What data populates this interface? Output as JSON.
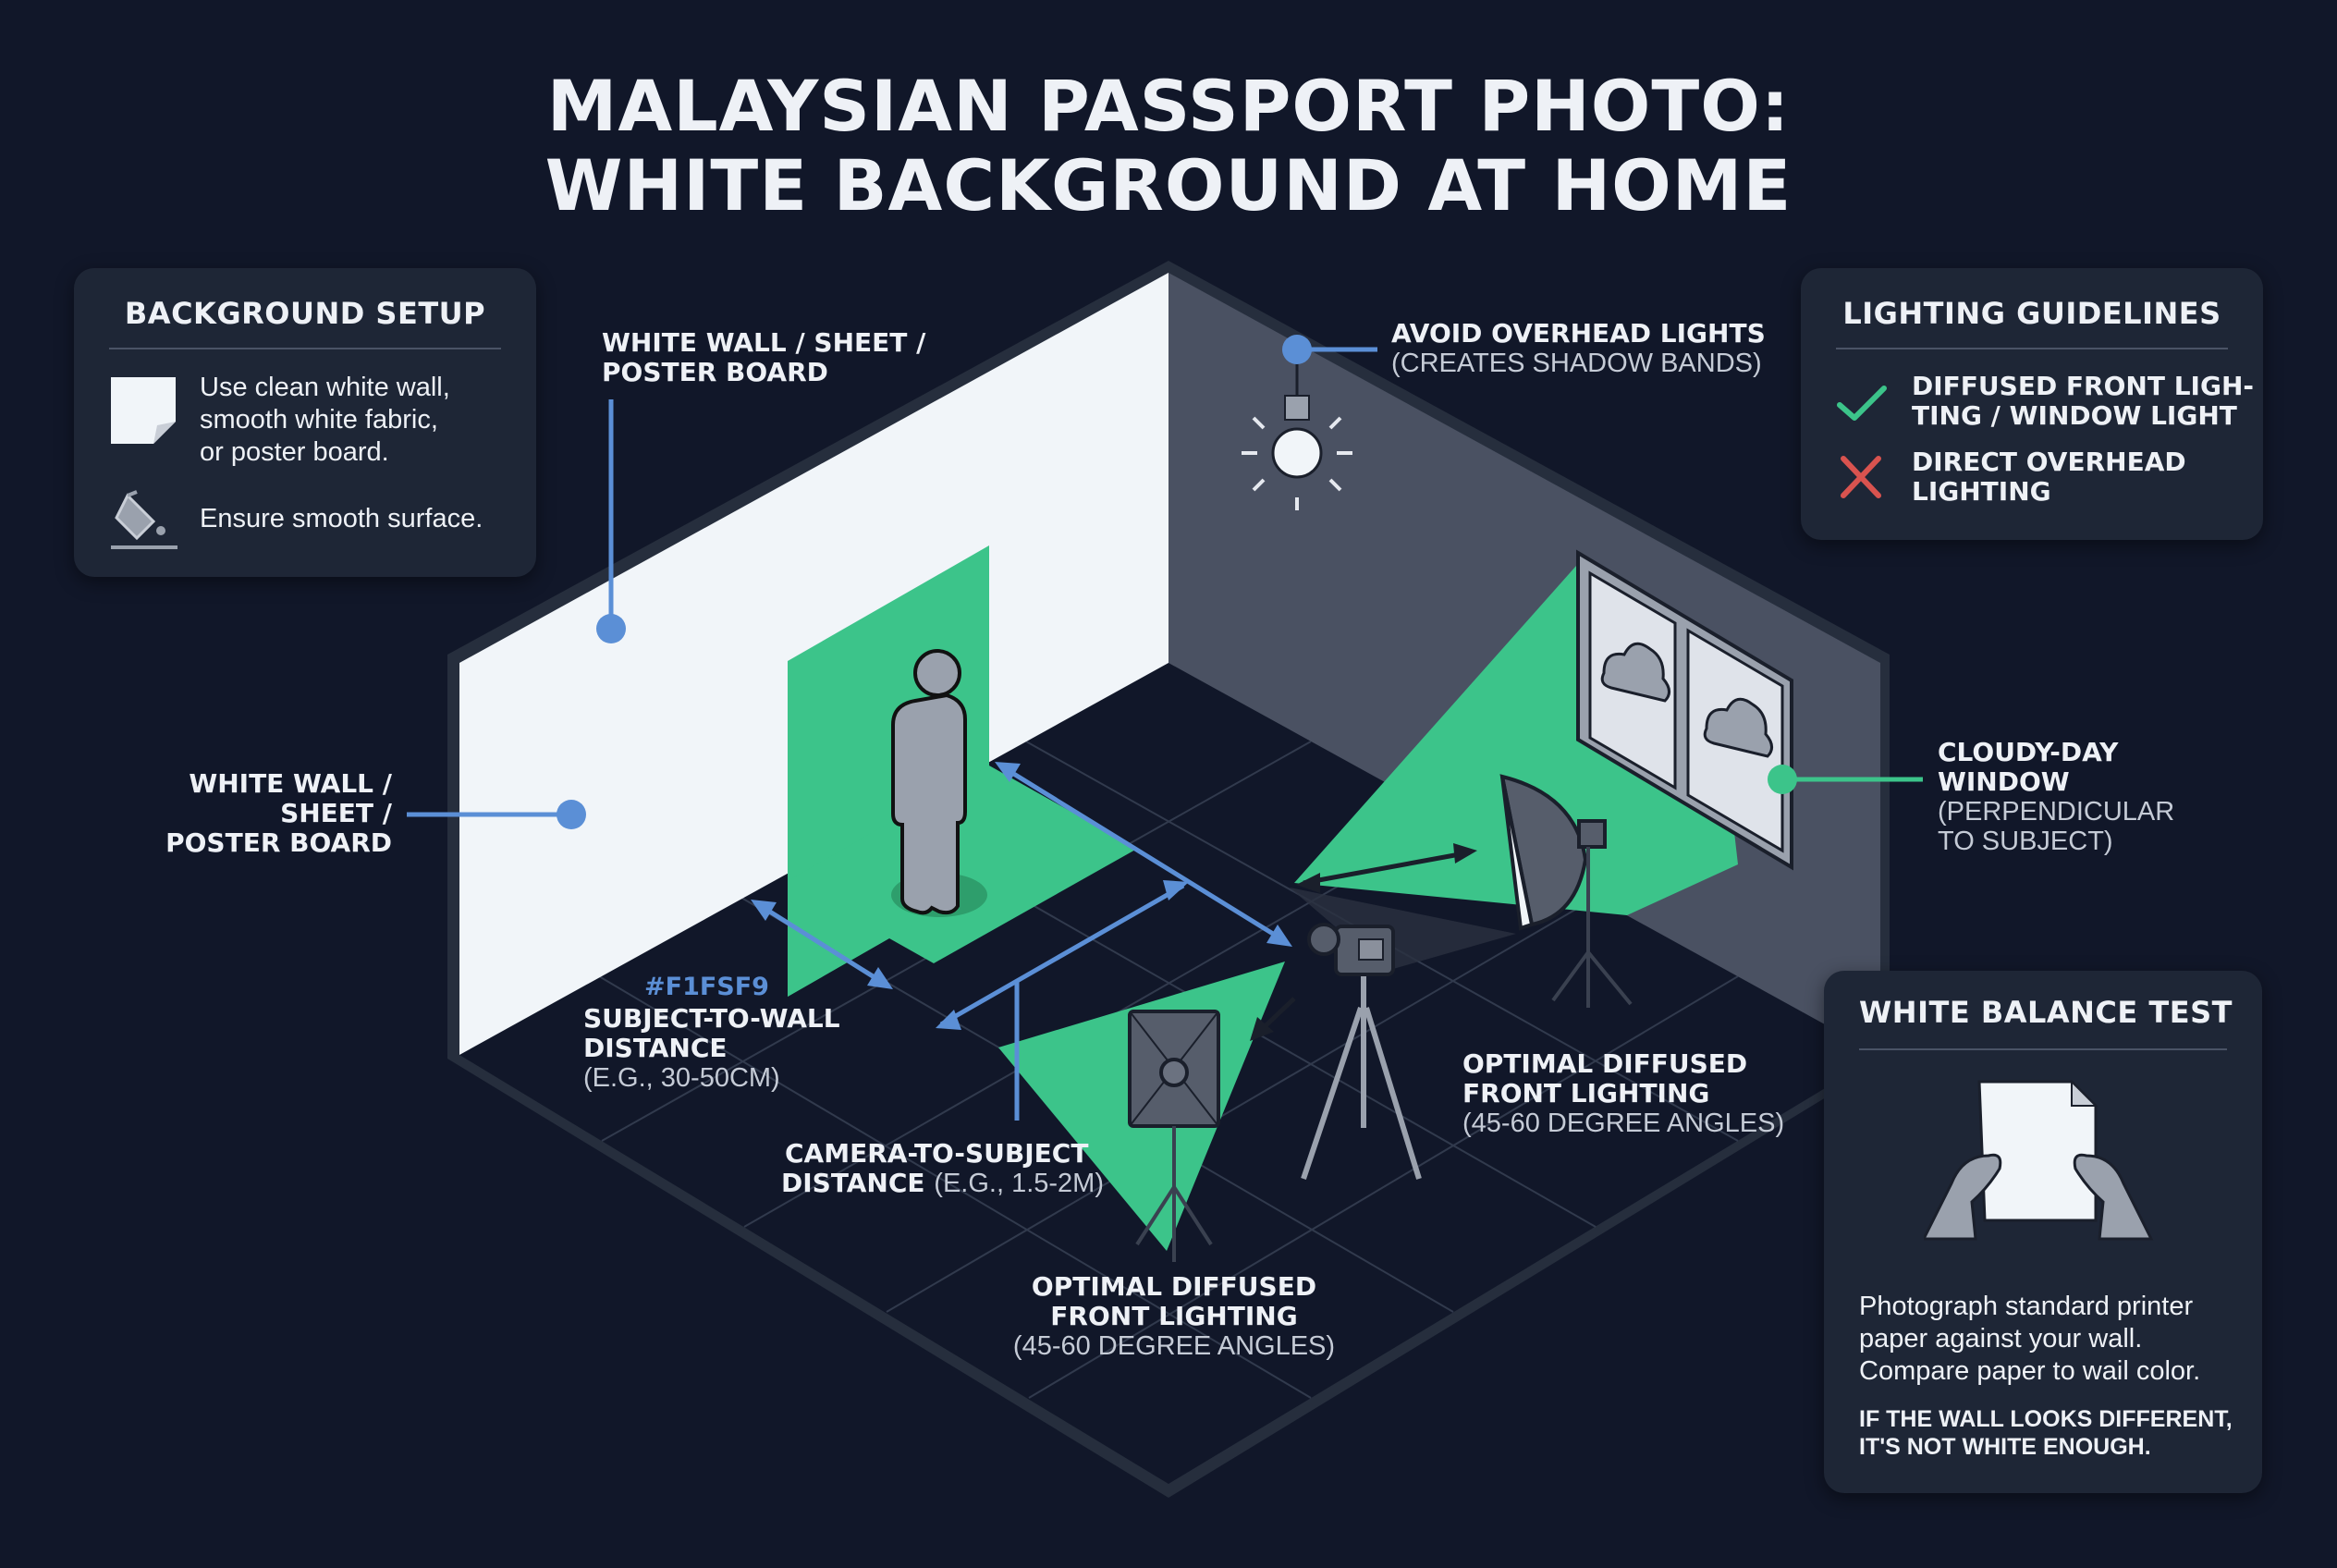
{
  "title": {
    "line1": "MALAYSIAN PASSPORT PHOTO:",
    "line2": "WHITE BACKGROUND AT HOME"
  },
  "colors": {
    "background": "#111729",
    "panel": "#1e2636",
    "accent_green": "#3cc48a",
    "accent_blue": "#5b8fd6",
    "wall_white": "#f1f5f9",
    "wall_grey": "#4a5162",
    "error_red": "#d9534f"
  },
  "background_setup": {
    "heading": "BACKGROUND SETUP",
    "items": [
      {
        "icon": "paper-sheet-icon",
        "text_lines": [
          "Use clean white wall,",
          "smooth white fabric,",
          "or poster board."
        ]
      },
      {
        "icon": "paint-bucket-icon",
        "text_lines": [
          "Ensure smooth surface."
        ]
      }
    ]
  },
  "lighting_guidelines": {
    "heading": "LIGHTING GUIDELINES",
    "items": [
      {
        "icon": "checkmark-icon",
        "status": "do",
        "text_lines": [
          "DIFFUSED FRONT LIGH-",
          "TING / WINDOW LIGHT"
        ]
      },
      {
        "icon": "x-mark-icon",
        "status": "avoid",
        "text_lines": [
          "DIRECT OVERHEAD",
          "LIGHTING"
        ]
      }
    ]
  },
  "white_balance_test": {
    "heading": "WHITE BALANCE TEST",
    "icon": "hands-holding-paper-icon",
    "body_lines": [
      "Photograph standard printer",
      "paper against your wall.",
      "Compare paper to wail color."
    ],
    "warning_lines": [
      "IF THE WALL LOOKS DIFFERENT,",
      "IT'S NOT WHITE ENOUGH."
    ]
  },
  "callouts": {
    "wall_top": {
      "lines": [
        "WHITE WALL / SHEET /",
        "POSTER BOARD"
      ]
    },
    "wall_left": {
      "lines": [
        "WHITE WALL /",
        "SHEET /",
        "POSTER BOARD"
      ]
    },
    "overhead": {
      "title": "AVOID OVERHEAD LIGHTS",
      "sub": "(CREATES SHADOW BANDS)"
    },
    "window": {
      "title_lines": [
        "CLOUDY-DAY",
        "WINDOW"
      ],
      "sub_lines": [
        "(PERPENDICULAR",
        "TO SUBJECT)"
      ]
    },
    "subject_wall": {
      "hex": "#F1FSF9",
      "title_lines": [
        "SUBJECT-TO-WALL",
        "DISTANCE"
      ],
      "sub": "(E.G., 30-50CM)"
    },
    "camera_subject": {
      "title_line1": "CAMERA-TO-SUBJECT",
      "title_line2": "DISTANCE",
      "sub": "(E.G., 1.5-2M)"
    },
    "front_light_right": {
      "title_lines": [
        "OPTIMAL DIFFUSED",
        "FRONT LIGHTING"
      ],
      "sub": "(45-60 DEGREE ANGLES)"
    },
    "front_light_bottom": {
      "title_lines": [
        "OPTIMAL DIFFUSED",
        "FRONT LIGHTING"
      ],
      "sub": "(45-60 DEGREE ANGLES)"
    }
  }
}
